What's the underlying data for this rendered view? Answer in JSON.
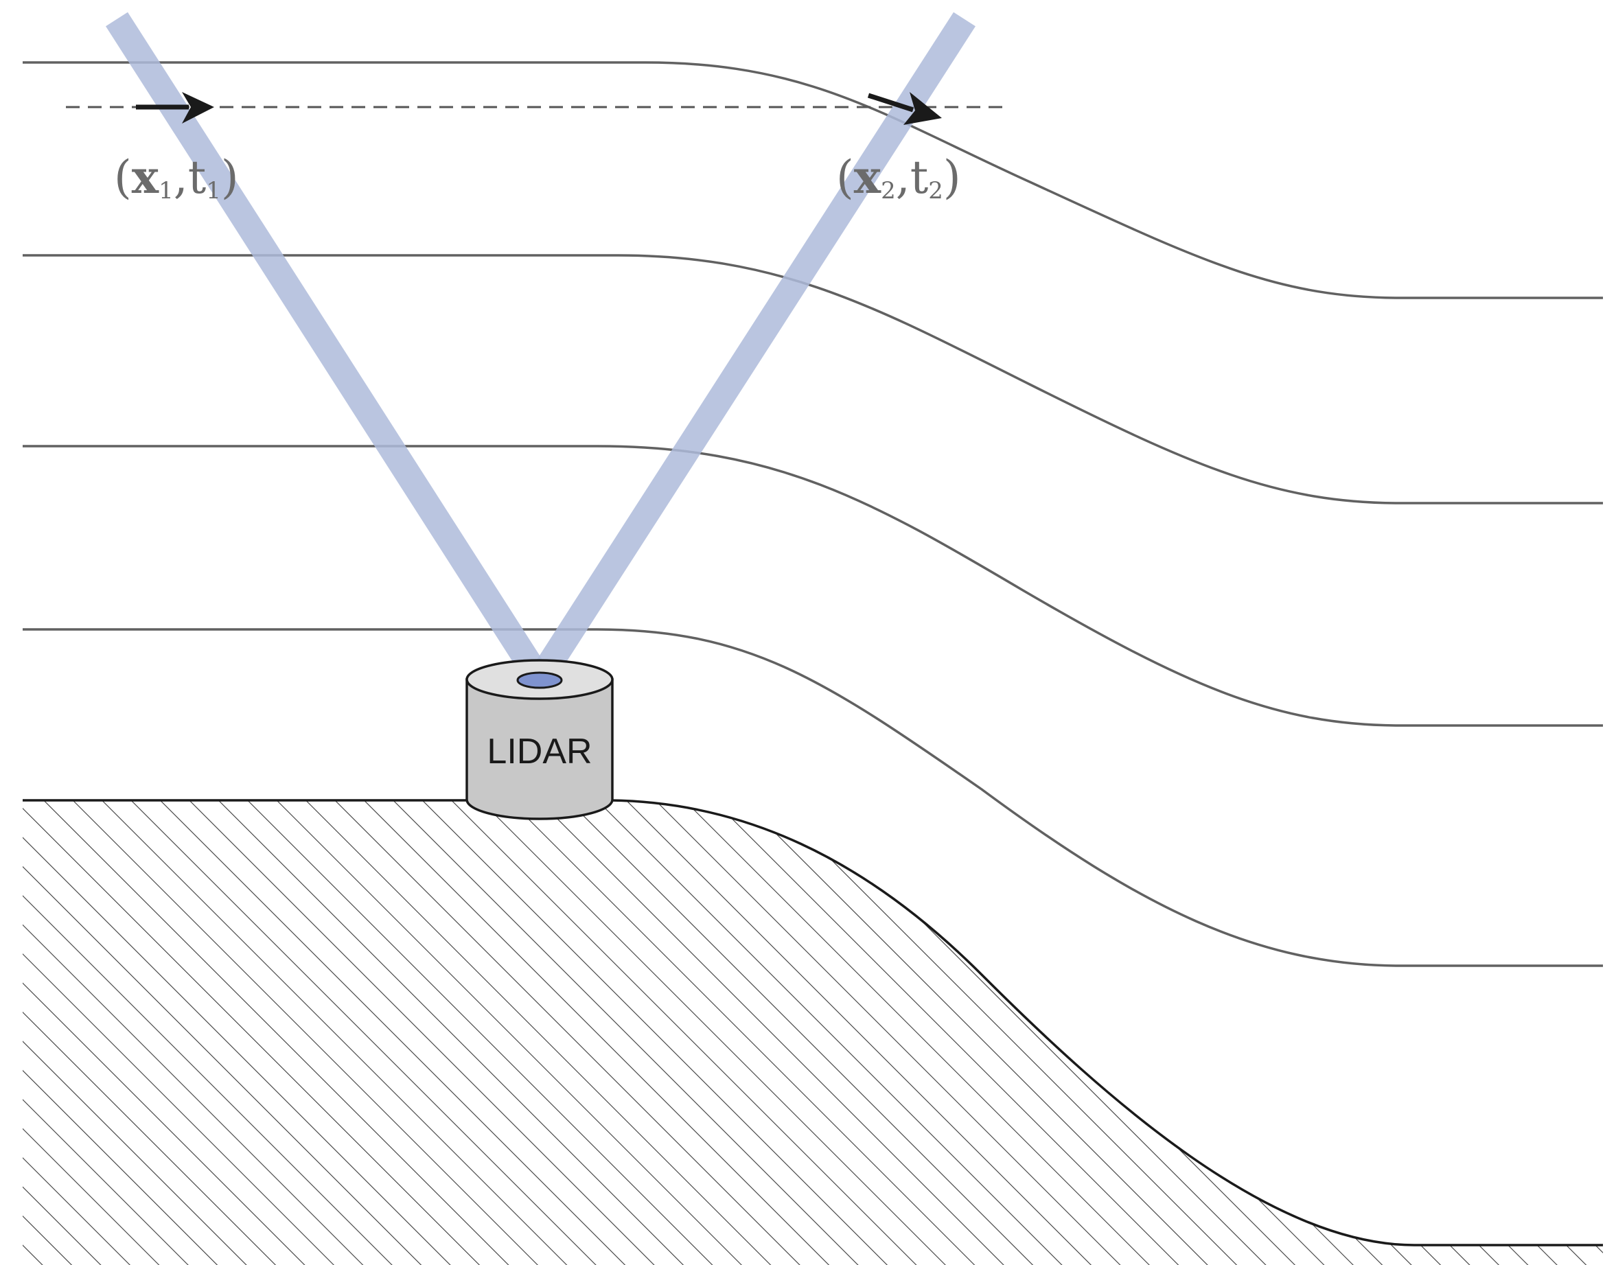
{
  "diagram": {
    "device_label": "LIDAR",
    "point1": {
      "open": "(",
      "var": "x",
      "sub1": "1",
      "comma": ",",
      "t": "t",
      "sub2": "1",
      "close": ")"
    },
    "point2": {
      "open": "(",
      "var": "x",
      "sub1": "2",
      "comma": ",",
      "t": "t",
      "sub2": "2",
      "close": ")"
    },
    "colors": {
      "beam": "#aebbdb",
      "streamline": "#616161",
      "ground_line": "#1a1a1a",
      "hatch": "#3a3a3a",
      "device_body": "#c8c8c8",
      "device_top": "#e0e0e0",
      "lens": "#7f93cf",
      "arrow": "#1a1a1a",
      "label": "#6b6b6b"
    }
  }
}
